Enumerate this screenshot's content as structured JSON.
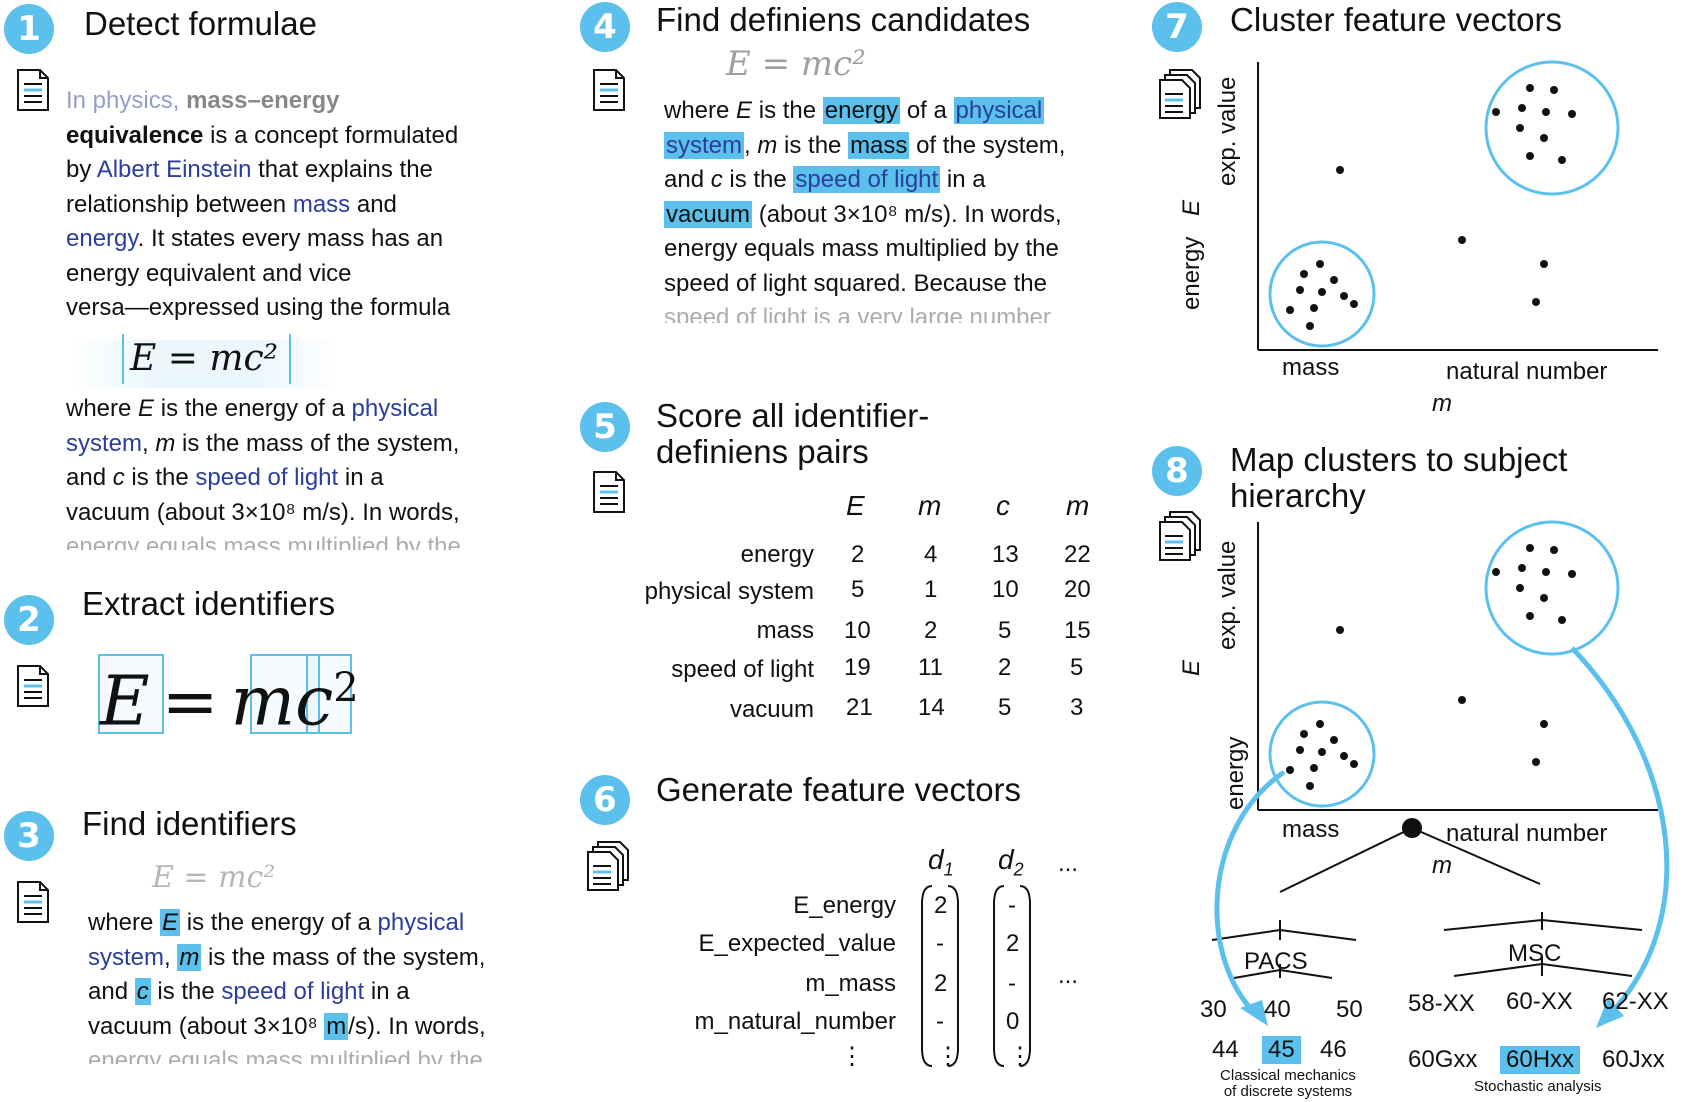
{
  "steps": [
    {
      "num": "1",
      "title": "Detect formulae"
    },
    {
      "num": "2",
      "title": "Extract identifiers"
    },
    {
      "num": "3",
      "title": "Find identifiers"
    },
    {
      "num": "4",
      "title": "Find definiens candidates"
    },
    {
      "num": "5",
      "title_line1": "Score all identifier-",
      "title_line2": "definiens pairs"
    },
    {
      "num": "6",
      "title": "Generate feature vectors"
    },
    {
      "num": "7",
      "title": "Cluster feature vectors"
    },
    {
      "num": "8",
      "title_line1": "Map clusters to subject",
      "title_line2": "hierarchy"
    }
  ],
  "step1": {
    "p1": "In physics,",
    "p1b": "mass–energy",
    "p2a": "equivalence",
    "p2b": " is a concept formulated",
    "p3a": "by ",
    "p3b": "Albert Einstein",
    "p3c": " that explains the",
    "p4a": "relationship between ",
    "p4b": "mass",
    "p4c": " and",
    "p5a": "energy",
    "p5b": ". It states every mass has an",
    "p6": "energy equivalent and vice",
    "p7": "versa—expressed using the formula",
    "formula": "E = mc²",
    "q1a": "where ",
    "q1b": "E",
    "q1c": " is the energy of a ",
    "q1d": "physical",
    "q2a": "system",
    "q2b": ", ",
    "q2c": "m",
    "q2d": " is the mass of the system,",
    "q3a": "and ",
    "q3b": "c",
    "q3c": " is the ",
    "q3d": "speed of light",
    "q3e": " in a",
    "q4": "vacuum (about 3×10⁸ m/s). In words,",
    "q5": "energy equals mass multiplied by the"
  },
  "step2": {
    "formula_E": "E",
    "formula_eq": "=",
    "formula_m": "m",
    "formula_c": "c",
    "formula_sup": "2"
  },
  "step3": {
    "formula": "E = mc²",
    "l1a": "where ",
    "l1b": "E",
    "l1c": " is the energy of a ",
    "l1d": "physical",
    "l2a": "system",
    "l2b": ", ",
    "l2c": "m",
    "l2d": " is the mass of the system,",
    "l3a": "and ",
    "l3b": "c",
    "l3c": " is the ",
    "l3d": "speed of light",
    "l3e": " in a",
    "l4a": "vacuum (about 3×10⁸ ",
    "l4b": "m",
    "l4c": "/s). In words,",
    "l5": "energy equals mass multiplied by the"
  },
  "step4": {
    "formula": "E = mc²",
    "l1a": "where ",
    "l1b": "E",
    "l1c": " is the ",
    "l1d": "energy",
    "l1e": " of a ",
    "l1f": "physical",
    "l2a": "system",
    "l2b": ", ",
    "l2c": "m",
    "l2d": " is the ",
    "l2e": "mass",
    "l2f": " of the system,",
    "l3a": "and ",
    "l3b": "c",
    "l3c": " is the ",
    "l3d": "speed of light",
    "l3e": " in a",
    "l4a": "vacuum",
    "l4b": " (about 3×10⁸ m/s). In words,",
    "l5": "energy equals mass multiplied by the",
    "l6": "speed of light squared. Because the",
    "l7": "speed of light is a very large number"
  },
  "step5": {
    "cols": [
      "E",
      "m",
      "c",
      "m"
    ],
    "rows": [
      {
        "label": "energy",
        "vals": [
          "2",
          "4",
          "13",
          "22"
        ]
      },
      {
        "label": "physical system",
        "vals": [
          "5",
          "1",
          "10",
          "20"
        ]
      },
      {
        "label": "mass",
        "vals": [
          "10",
          "2",
          "5",
          "15"
        ]
      },
      {
        "label": "speed of light",
        "vals": [
          "19",
          "11",
          "2",
          "5"
        ]
      },
      {
        "label": "vacuum",
        "vals": [
          "21",
          "14",
          "5",
          "3"
        ]
      }
    ]
  },
  "step6": {
    "col1": "d",
    "col1_sub": "1",
    "col2": "d",
    "col2_sub": "2",
    "col_more": "...",
    "rows": [
      {
        "label": "E_energy",
        "d1": "2",
        "d2": "-"
      },
      {
        "label": "E_expected_value",
        "d1": "-",
        "d2": "2"
      },
      {
        "label": "m_mass",
        "d1": "2",
        "d2": "-"
      },
      {
        "label": "m_natural_number",
        "d1": "-",
        "d2": "0"
      }
    ],
    "row_more": "...",
    "vdots": "⋮"
  },
  "step7": {
    "y_axis_a": "energy",
    "y_axis_e": "E",
    "y_axis_b": "exp. value",
    "x_axis_a": "mass",
    "x_axis_b": "natural number",
    "x_axis_m": "m"
  },
  "step8": {
    "y_axis_a": "energy",
    "y_axis_e": "E",
    "y_axis_b": "exp. value",
    "x_axis_a": "mass",
    "x_axis_b": "natural number",
    "x_axis_m": "m",
    "pacs": "PACS",
    "msc": "MSC",
    "pacs_children": [
      "30",
      "40",
      "50"
    ],
    "pacs_leaves": [
      "44",
      "45",
      "46"
    ],
    "msc_children": [
      "58-XX",
      "60-XX",
      "62-XX"
    ],
    "msc_leaves": [
      "60Gxx",
      "60Hxx",
      "60Jxx"
    ],
    "pacs_caption1": "Classical mechanics",
    "pacs_caption2": "of discrete systems",
    "msc_caption": "Stochastic analysis"
  },
  "colors": {
    "accent": "#5bc0eb",
    "link": "#2a3e9b"
  }
}
